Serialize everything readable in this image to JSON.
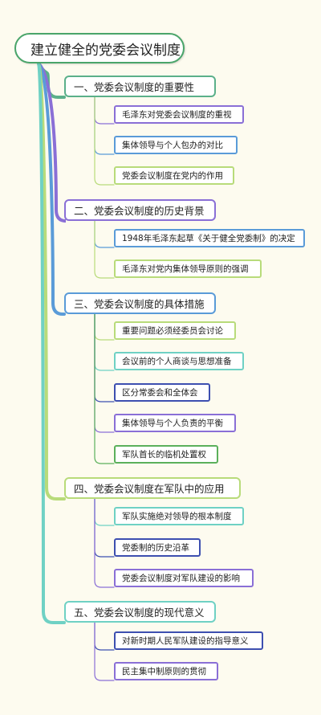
{
  "root": {
    "title": "建立健全的党委会议制度"
  },
  "sections": [
    {
      "title": "一、党委会议制度的重要性",
      "color": "#5bb08a",
      "items": [
        {
          "text": "毛泽东对党委会议制度的重视",
          "color": "#8a6fd6"
        },
        {
          "text": "集体领导与个人包办的对比",
          "color": "#5a9bd8"
        },
        {
          "text": "党委会议制度在党内的作用",
          "color": "#b8db7a"
        }
      ]
    },
    {
      "title": "二、党委会议制度的历史背景",
      "color": "#8a6fd6",
      "items": [
        {
          "text": "1948年毛泽东起草《关于健全党委制》的决定",
          "color": "#5a9bd8"
        },
        {
          "text": "毛泽东对党内集体领导原则的强调",
          "color": "#b8db7a"
        }
      ]
    },
    {
      "title": "三、党委会议制度的具体措施",
      "color": "#5a9bd8",
      "items": [
        {
          "text": "重要问题必须经委员会讨论",
          "color": "#b8db7a"
        },
        {
          "text": "会议前的个人商谈与思想准备",
          "color": "#6fd1c4"
        },
        {
          "text": "区分常委会和全体会",
          "color": "#3d4fb0"
        },
        {
          "text": "集体领导与个人负责的平衡",
          "color": "#8a6fd6"
        },
        {
          "text": "军队首长的临机处置权",
          "color": "#5bb05b"
        }
      ]
    },
    {
      "title": "四、党委会议制度在军队中的应用",
      "color": "#b8db7a",
      "items": [
        {
          "text": "军队实施绝对领导的根本制度",
          "color": "#6fd1c4"
        },
        {
          "text": "党委制的历史沿革",
          "color": "#3d4fb0"
        },
        {
          "text": "党委会议制度对军队建设的影响",
          "color": "#8a6fd6"
        }
      ]
    },
    {
      "title": "五、党委会议制度的现代意义",
      "color": "#6fd1c4",
      "items": [
        {
          "text": "对新时期人民军队建设的指导意义",
          "color": "#3d4fb0"
        },
        {
          "text": "民主集中制原则的贯彻",
          "color": "#8a6fd6"
        }
      ]
    }
  ],
  "colors": {
    "background": "#fdfbef",
    "root_border": "#4aa56a"
  }
}
